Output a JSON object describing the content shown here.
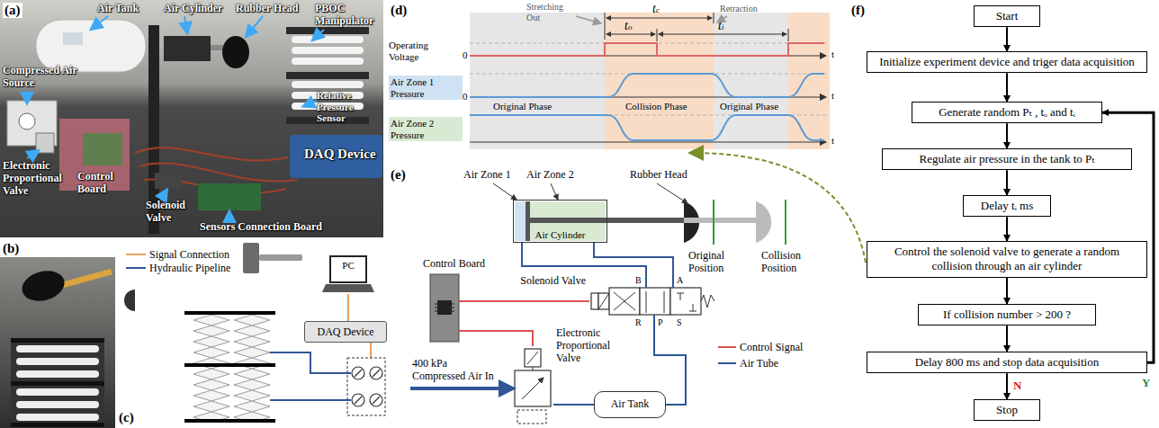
{
  "diagram": {
    "nodes": [
      {
        "text": [
          "PC"
        ]
      },
      {
        "text": [
          "DAQ Device"
        ]
      },
      {
        "text": [
          "Air Cylinder"
        ]
      },
      {
        "text": [
          "Control Board"
        ]
      },
      {
        "text": [
          "Solenoid Valve"
        ]
      },
      {
        "text": [
          "Electronic Proportional Valve"
        ]
      },
      {
        "text": [
          "Air Tank"
        ]
      },
      {
        "text": [
          "Start"
        ]
      },
      {
        "text": [
          "Initialize experiment device and triger data acquisition"
        ]
      },
      {
        "text": [
          "Generate random Pₜ , tₒ and tᵢ"
        ]
      },
      {
        "text": [
          "Regulate air pressure in the tank to Pₜ"
        ]
      },
      {
        "text": [
          "Delay tᵢ ms"
        ]
      },
      {
        "text": [
          "Control the solenoid valve to generate a random collision through an air cylinder"
        ]
      },
      {
        "text": [
          "If collision number > 200 ?"
        ]
      },
      {
        "text": [
          "Delay 800 ms and stop data acquisition"
        ]
      },
      {
        "text": [
          "Stop"
        ]
      }
    ],
    "edges": [
      {
        "from": 0,
        "to": 1,
        "arrow": "none"
      },
      {
        "from": 3,
        "to": 4,
        "arrow": "none"
      },
      {
        "from": 3,
        "to": 5,
        "arrow": "none"
      },
      {
        "from": 5,
        "to": 6,
        "arrow": "none"
      },
      {
        "from": 6,
        "to": 4,
        "arrow": "none"
      },
      {
        "from": 4,
        "to": 2,
        "arrow": "none"
      },
      {
        "from": 4,
        "to": 2,
        "arrow": "none"
      },
      {
        "from": 7,
        "to": 8,
        "arrow": "to"
      },
      {
        "from": 8,
        "to": 9,
        "arrow": "to"
      },
      {
        "from": 9,
        "to": 10,
        "arrow": "to"
      },
      {
        "from": 10,
        "to": 11,
        "arrow": "to"
      },
      {
        "from": 11,
        "to": 12,
        "arrow": "to"
      },
      {
        "from": 12,
        "to": 13,
        "arrow": "to"
      },
      {
        "from": 13,
        "to": 14,
        "arrow": "to"
      },
      {
        "from": 14,
        "to": 15,
        "label": "N",
        "arrow": "to"
      },
      {
        "from": 14,
        "to": 9,
        "label": "Y",
        "arrow": "to"
      }
    ],
    "labels": [
      "(a)",
      "Air Tank",
      "Air Cylinder",
      "Rubber Head",
      "PBOC Manipulator",
      "Compressed Air Source",
      "Relative Pressure Sensor",
      "DAQ Device",
      "Electronic Proportional Valve",
      "Control Board",
      "Solenoid Valve",
      "Sensors Connection Board",
      "(b)",
      "(c)",
      "(d)",
      "Stretching Out",
      "tc",
      "Retraction",
      "to",
      "ti",
      "Operating Voltage",
      "0",
      "t",
      "Air Zone 1 Pressure",
      "0",
      "t",
      "Air Zone 2 Pressure",
      "t",
      "Original Phase",
      "Collision Phase",
      "Original Phase",
      "(e)",
      "Air Zone 1",
      "Air Zone 2",
      "Rubber Head",
      "Original Position",
      "Collision Position",
      "B",
      "A",
      "R",
      "P",
      "S",
      "400 kPa Compressed Air In",
      "(f)"
    ],
    "legend": [
      {
        "text": "Signal Connection"
      },
      {
        "text": "Hydraulic Pipeline"
      },
      {
        "text": "Control Signal"
      },
      {
        "text": "Air Tube"
      }
    ]
  }
}
